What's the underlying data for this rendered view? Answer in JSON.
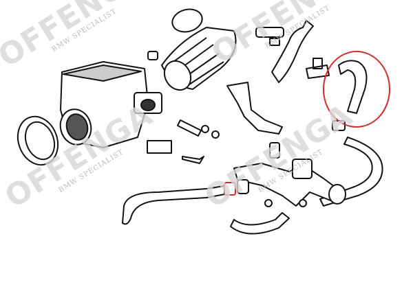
{
  "diagram": {
    "title": "Intake / throttle body exploded parts view",
    "highlight_color": "#d42a2a",
    "line_color": "#111111"
  },
  "watermark": {
    "brand": "OFFENGA",
    "tagline": "BMW SPECIALIST"
  }
}
